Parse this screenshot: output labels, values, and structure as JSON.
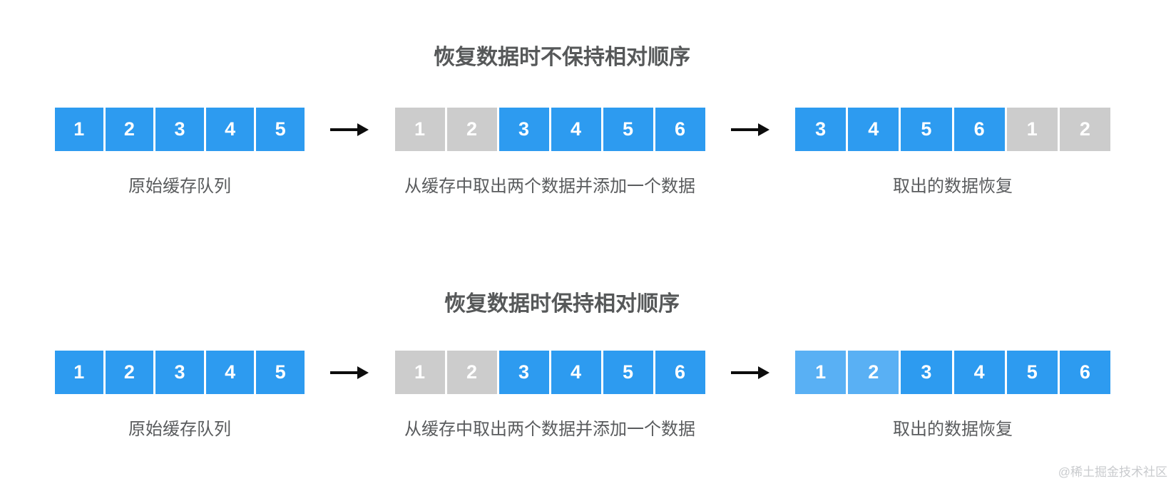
{
  "page": {
    "background": "#ffffff",
    "watermark": "@稀土掘金技术社区"
  },
  "colors": {
    "cell_blue": "#2d9bf0",
    "cell_light_blue": "#59b0f4",
    "cell_gray": "#cccccc",
    "cell_text": "#ffffff",
    "arrow": "#0d0d0d",
    "title_text": "#565859",
    "label_text": "#595b5d",
    "watermark_text": "#c9cbce"
  },
  "icons": {
    "arrow": "right-arrow-icon"
  },
  "sections": [
    {
      "title": "恢复数据时不保持相对顺序",
      "queues": [
        {
          "label": "原始缓存队列",
          "cells": [
            {
              "value": "1",
              "state": "blue"
            },
            {
              "value": "2",
              "state": "blue"
            },
            {
              "value": "3",
              "state": "blue"
            },
            {
              "value": "4",
              "state": "blue"
            },
            {
              "value": "5",
              "state": "blue"
            }
          ]
        },
        {
          "label": "从缓存中取出两个数据并添加一个数据",
          "cells": [
            {
              "value": "1",
              "state": "gray"
            },
            {
              "value": "2",
              "state": "gray"
            },
            {
              "value": "3",
              "state": "blue"
            },
            {
              "value": "4",
              "state": "blue"
            },
            {
              "value": "5",
              "state": "blue"
            },
            {
              "value": "6",
              "state": "blue"
            }
          ]
        },
        {
          "label": "取出的数据恢复",
          "cells": [
            {
              "value": "3",
              "state": "blue"
            },
            {
              "value": "4",
              "state": "blue"
            },
            {
              "value": "5",
              "state": "blue"
            },
            {
              "value": "6",
              "state": "blue"
            },
            {
              "value": "1",
              "state": "gray"
            },
            {
              "value": "2",
              "state": "gray"
            }
          ]
        }
      ]
    },
    {
      "title": "恢复数据时保持相对顺序",
      "queues": [
        {
          "label": "原始缓存队列",
          "cells": [
            {
              "value": "1",
              "state": "blue"
            },
            {
              "value": "2",
              "state": "blue"
            },
            {
              "value": "3",
              "state": "blue"
            },
            {
              "value": "4",
              "state": "blue"
            },
            {
              "value": "5",
              "state": "blue"
            }
          ]
        },
        {
          "label": "从缓存中取出两个数据并添加一个数据",
          "cells": [
            {
              "value": "1",
              "state": "gray"
            },
            {
              "value": "2",
              "state": "gray"
            },
            {
              "value": "3",
              "state": "blue"
            },
            {
              "value": "4",
              "state": "blue"
            },
            {
              "value": "5",
              "state": "blue"
            },
            {
              "value": "6",
              "state": "blue"
            }
          ]
        },
        {
          "label": "取出的数据恢复",
          "cells": [
            {
              "value": "1",
              "state": "light"
            },
            {
              "value": "2",
              "state": "light"
            },
            {
              "value": "3",
              "state": "blue"
            },
            {
              "value": "4",
              "state": "blue"
            },
            {
              "value": "5",
              "state": "blue"
            },
            {
              "value": "6",
              "state": "blue"
            }
          ]
        }
      ]
    }
  ]
}
